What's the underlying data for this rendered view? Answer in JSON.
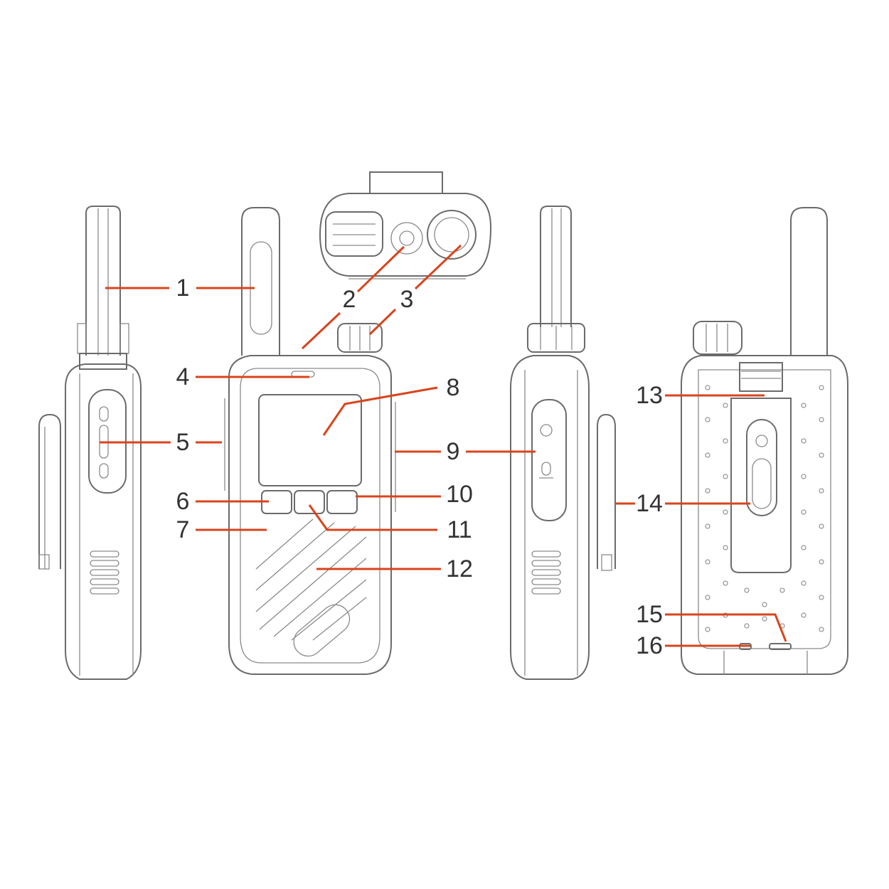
{
  "diagram": {
    "type": "walkie-talkie parts callout diagram",
    "views": [
      "left-side",
      "front",
      "top",
      "right-side",
      "back"
    ],
    "leader_color": "#d9441c",
    "label_color": "#333333",
    "callouts": [
      {
        "id": "c1",
        "label": "1",
        "part": "antenna"
      },
      {
        "id": "c2",
        "label": "2",
        "part": "top-button"
      },
      {
        "id": "c3",
        "label": "3",
        "part": "knob"
      },
      {
        "id": "c4",
        "label": "4",
        "part": "indicator-light"
      },
      {
        "id": "c5",
        "label": "5",
        "part": "side-buttons"
      },
      {
        "id": "c6",
        "label": "6",
        "part": "left-button"
      },
      {
        "id": "c7",
        "label": "7",
        "part": "microphone"
      },
      {
        "id": "c8",
        "label": "8",
        "part": "display"
      },
      {
        "id": "c9",
        "label": "9",
        "part": "earphone-mic-jack-cover"
      },
      {
        "id": "c10",
        "label": "10",
        "part": "right-button"
      },
      {
        "id": "c11",
        "label": "11",
        "part": "center-button"
      },
      {
        "id": "c12",
        "label": "12",
        "part": "speaker"
      },
      {
        "id": "c13",
        "label": "13",
        "part": "belt-clip-latch"
      },
      {
        "id": "c14",
        "label": "14",
        "part": "belt-clip"
      },
      {
        "id": "c15",
        "label": "15",
        "part": "battery-latch"
      },
      {
        "id": "c16",
        "label": "16",
        "part": "lanyard-hole"
      }
    ]
  }
}
